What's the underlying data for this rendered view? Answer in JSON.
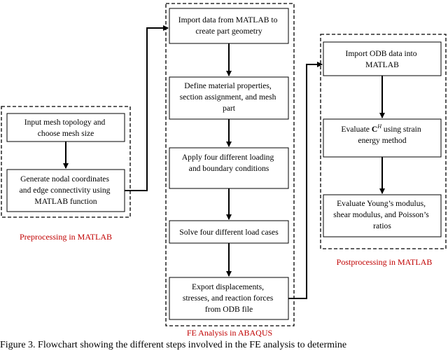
{
  "groups": {
    "pre": {
      "label": "Preprocessing in MATLAB"
    },
    "fe": {
      "label": "FE Analysis in ABAQUS"
    },
    "post": {
      "label": "Postprocessing in MATLAB"
    }
  },
  "boxes": {
    "pre1": {
      "lines": [
        "Input mesh topology and",
        "choose mesh size"
      ]
    },
    "pre2": {
      "lines": [
        "Generate nodal coordinates",
        "and edge connectivity using",
        "MATLAB function"
      ]
    },
    "fe1": {
      "lines": [
        "Import data from MATLAB to",
        "create part geometry"
      ]
    },
    "fe2": {
      "lines": [
        "Define material properties,",
        "section assignment, and mesh",
        "part"
      ]
    },
    "fe3": {
      "lines": [
        "Apply four different loading",
        "and boundary conditions"
      ]
    },
    "fe4": {
      "lines": [
        "Solve four different load cases"
      ]
    },
    "fe5": {
      "lines": [
        "Export displacements,",
        "stresses, and reaction forces",
        "from ODB file"
      ]
    },
    "post1": {
      "lines": [
        "Import ODB data into",
        "MATLAB"
      ]
    },
    "post2": {
      "pre": "Evaluate ",
      "symbol": "C",
      "sup": "H",
      "post": " using strain",
      "line2": "energy method"
    },
    "post3": {
      "lines": [
        "Evaluate Young’s modulus,",
        "shear modulus, and Poisson’s",
        "ratios"
      ]
    }
  },
  "caption": "Figure 3. Flowchart showing the different steps involved in the FE analysis to determine"
}
